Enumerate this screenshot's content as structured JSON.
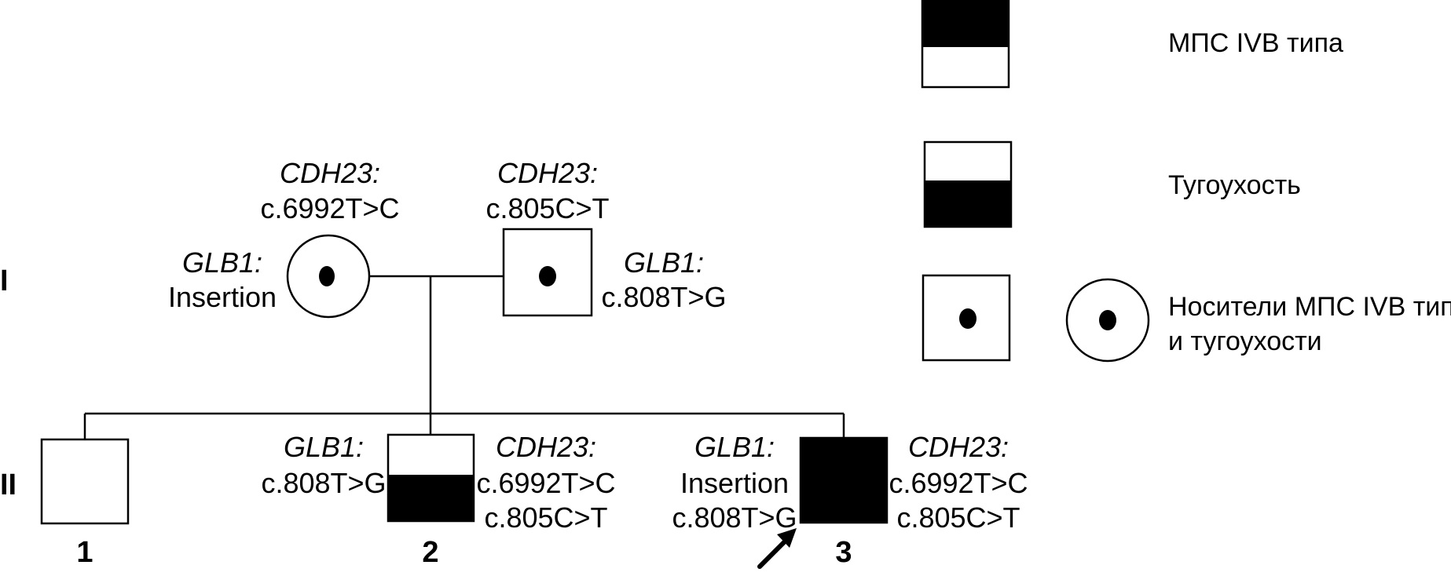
{
  "generations": {
    "I": "I",
    "II": "II"
  },
  "individuals": {
    "mother": {
      "gene1_label": "CDH23:",
      "gene1_variant": "c.6992T>C",
      "gene2_label": "GLB1:",
      "gene2_variant": "Insertion",
      "status": "carrier"
    },
    "father": {
      "gene1_label": "CDH23:",
      "gene1_variant": "c.805C>T",
      "gene2_label": "GLB1:",
      "gene2_variant": "c.808T>G",
      "status": "carrier"
    },
    "child1": {
      "number": "1",
      "status": "unaffected"
    },
    "child2": {
      "number": "2",
      "glb1_label": "GLB1:",
      "glb1_variant": "c.808T>G",
      "cdh23_label": "CDH23:",
      "cdh23_variant1": "c.6992T>C",
      "cdh23_variant2": "c.805C>T",
      "status": "hearing-loss"
    },
    "child3": {
      "number": "3",
      "glb1_label": "GLB1:",
      "glb1_variant1": "Insertion",
      "glb1_variant2": "c.808T>G",
      "cdh23_label": "CDH23:",
      "cdh23_variant1": "c.6992T>C",
      "cdh23_variant2": "c.805C>T",
      "status": "affected-both",
      "proband": true
    }
  },
  "legend": {
    "mps": "МПС IVB типа",
    "hearing_loss": "Тугоухость",
    "carriers_line1": "Носители МПС IVB типа",
    "carriers_line2": "и тугоухости"
  },
  "colors": {
    "ink": "#000000",
    "paper": "#ffffff"
  }
}
